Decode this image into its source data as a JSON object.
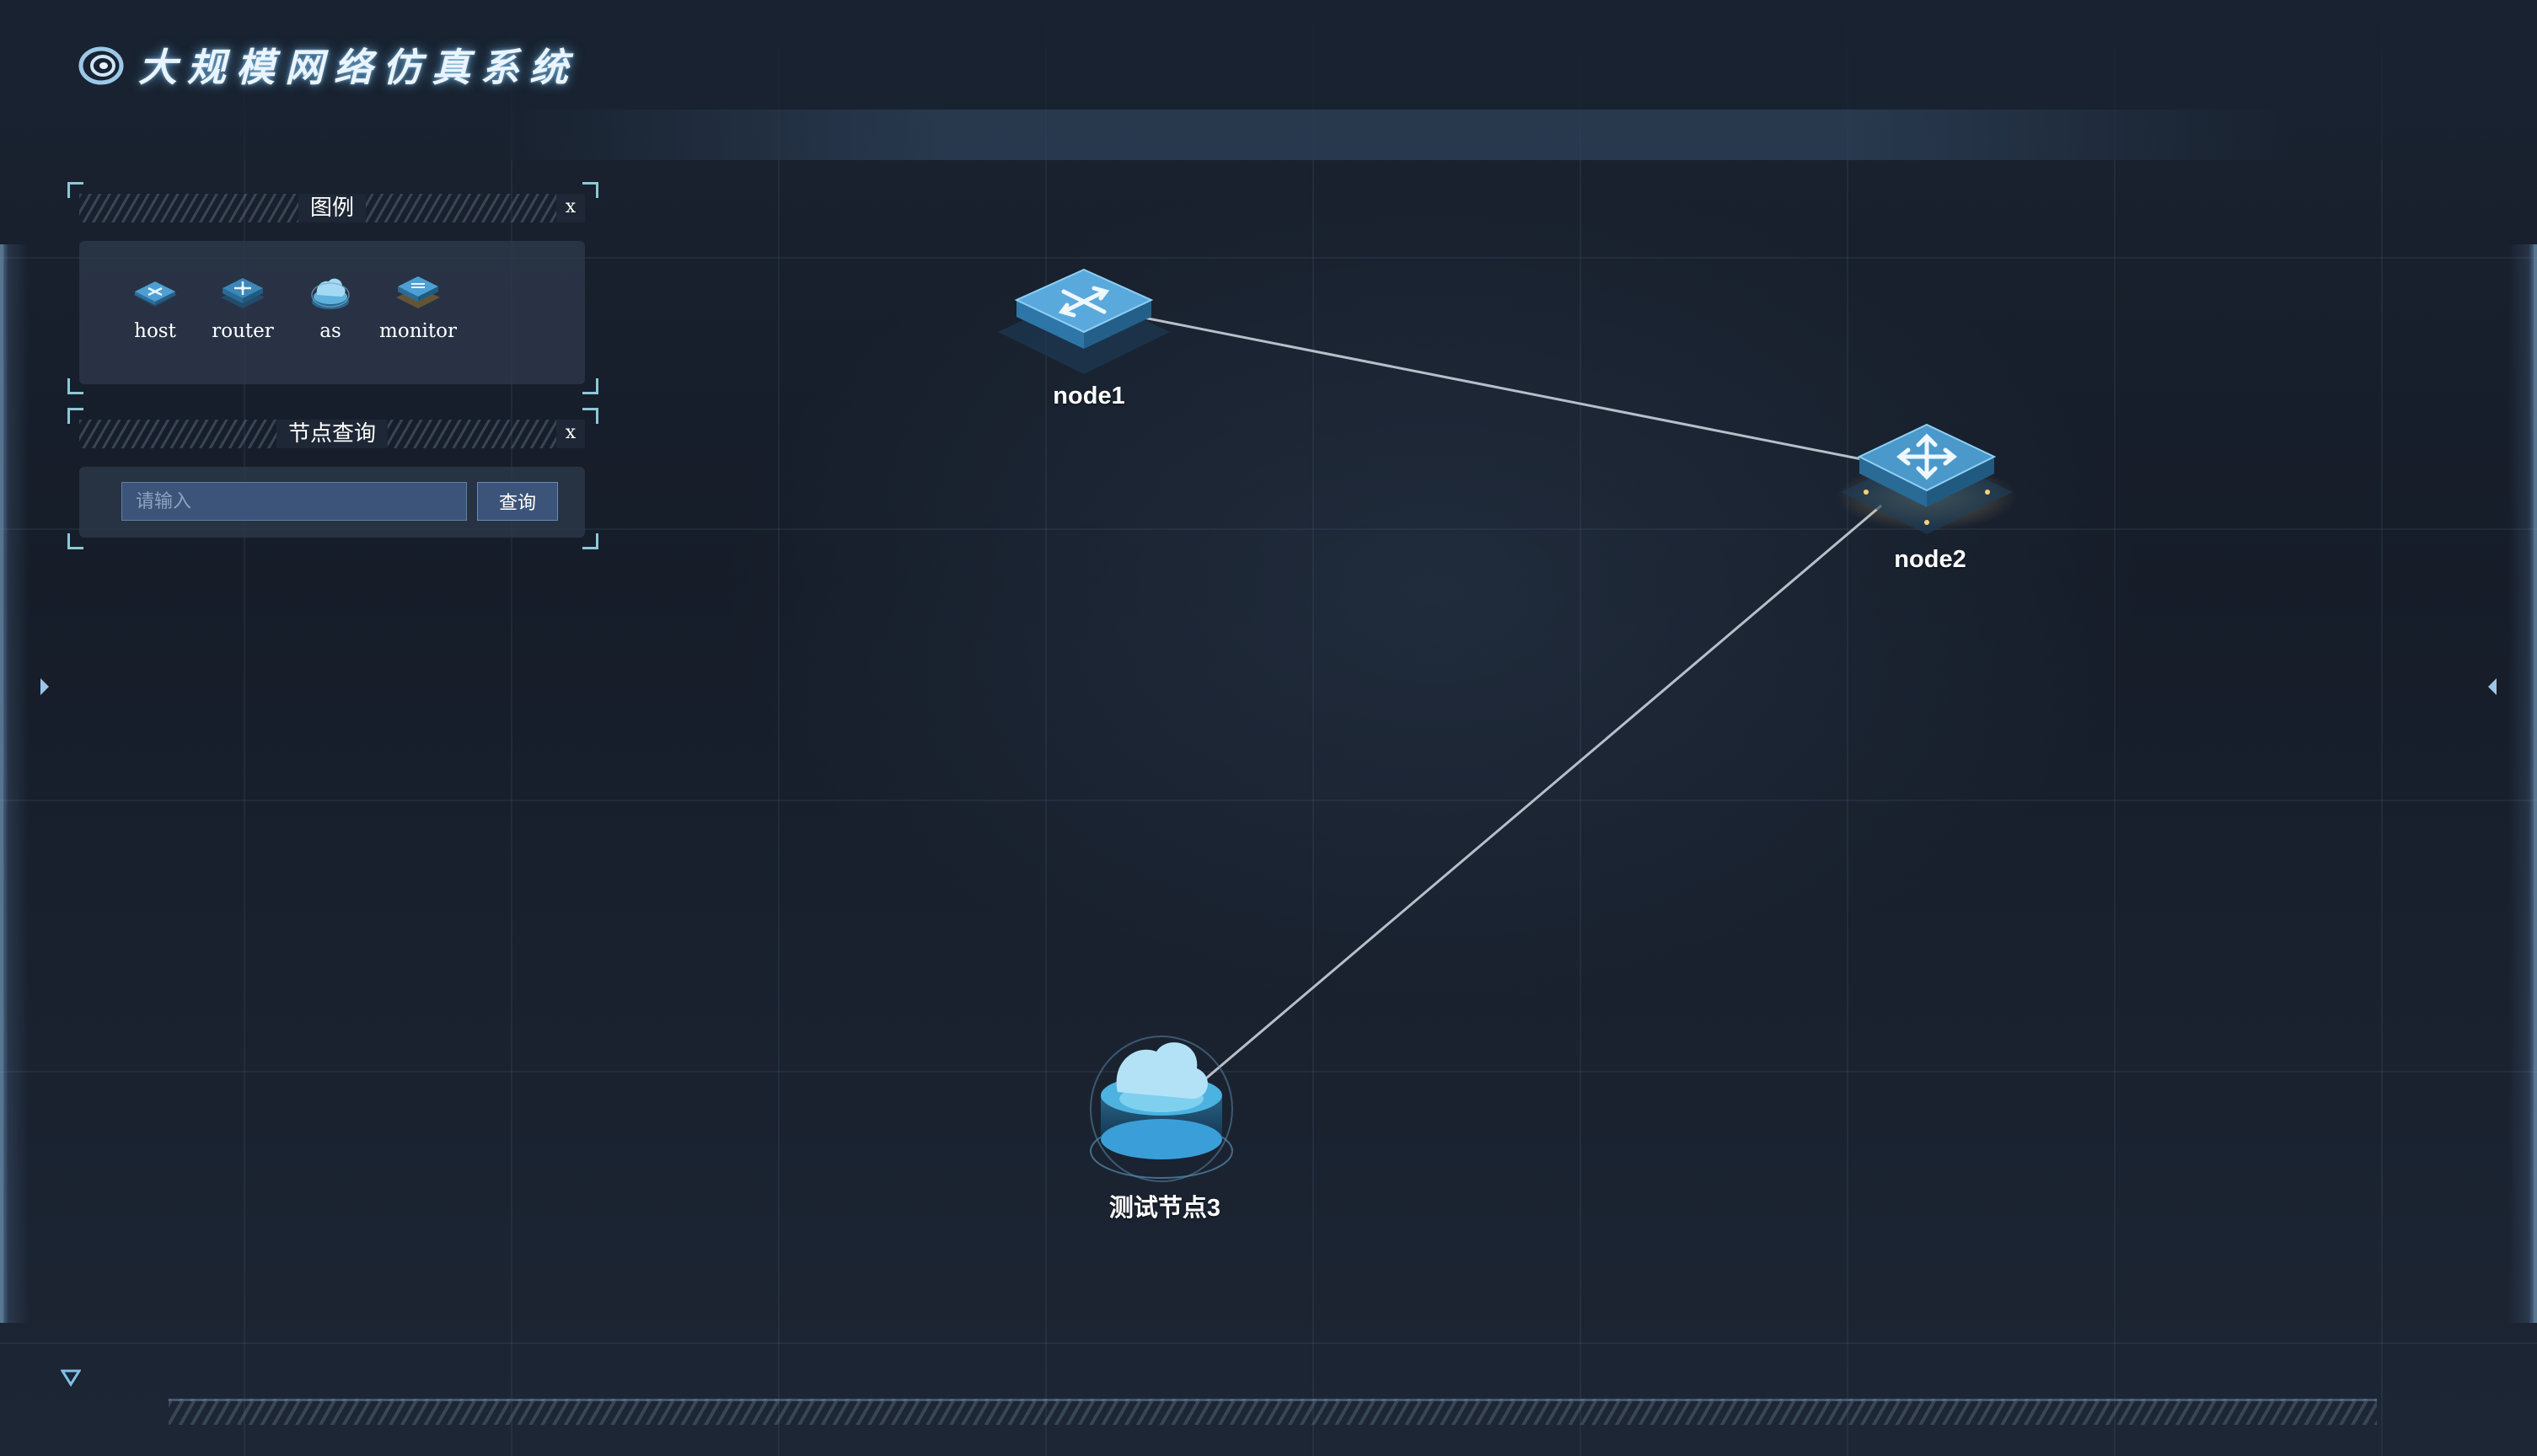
{
  "app": {
    "title": "大规模网络仿真系统"
  },
  "legend_panel": {
    "title": "图例",
    "close_label": "x",
    "items": [
      {
        "label": "host",
        "icon": "host-icon"
      },
      {
        "label": "router",
        "icon": "router-icon"
      },
      {
        "label": "as",
        "icon": "as-icon"
      },
      {
        "label": "monitor",
        "icon": "monitor-icon"
      }
    ]
  },
  "query_panel": {
    "title": "节点查询",
    "close_label": "x",
    "input_value": "",
    "input_placeholder": "请输入",
    "button_label": "查询"
  },
  "topology": {
    "nodes": [
      {
        "id": "node1",
        "label": "node1",
        "type": "host"
      },
      {
        "id": "node2",
        "label": "node2",
        "type": "router"
      },
      {
        "id": "node3",
        "label": "测试节点3",
        "type": "as"
      }
    ],
    "links": [
      {
        "source": "node1",
        "target": "node2"
      },
      {
        "source": "node2",
        "target": "node3"
      }
    ]
  },
  "colors": {
    "background": "#161d29",
    "accent": "#4fa6e0",
    "title_glow": "#78c8ff",
    "link": "#b7bfc9"
  }
}
